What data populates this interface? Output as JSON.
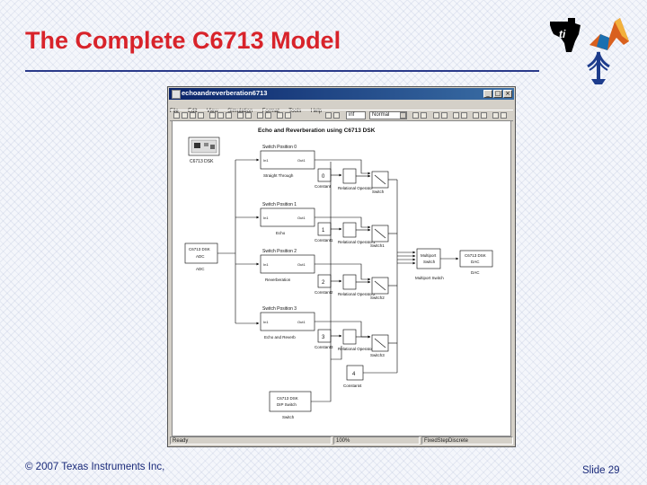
{
  "slide": {
    "title": "The Complete C6713 Model",
    "copyright": "© 2007 Texas Instruments Inc,",
    "slide_number": "Slide 29"
  },
  "window": {
    "title": "echoandreverberation6713",
    "controls": {
      "minimize": "_",
      "maximize": "□",
      "close": "×"
    },
    "menu": [
      "File",
      "Edit",
      "View",
      "Simulation",
      "Format",
      "Tools",
      "Help"
    ],
    "toolbar": {
      "stop_time": "inf",
      "mode": "Normal"
    },
    "status": {
      "left": "Ready",
      "middle": "100%",
      "right": "FixedStepDiscrete"
    }
  },
  "model": {
    "title": "Echo and Reverberation using C6713 DSK",
    "blocks": {
      "dsk": "C6713 DSK",
      "adc_1": "C6713 DSK",
      "adc_2": "ADC",
      "adc_3": "ADC",
      "dac_1": "C6713 DSK",
      "dac_2": "DAC",
      "dac_3": "DAC",
      "led_1": "C6713 DSK",
      "led_2": "DIP Switch",
      "led_3": "Switch",
      "sp0": "Switch Position 0",
      "sp1": "Switch Position 1",
      "sp2": "Switch Position 2",
      "sp3": "Switch Position 3",
      "gain": "Straight Through",
      "echo": "Echo",
      "reverb": "Reverberation",
      "echo_reverb": "Echo and Reverb",
      "const0": "Constant",
      "const1": "Constant1",
      "const2": "Constant2",
      "const3": "Constant3",
      "op0": "Relational Operator",
      "op1": "Relational Operator1",
      "op2": "Relational Operator2",
      "op3": "Relational Operator3",
      "switch0": "Switch",
      "switch1": "Switch1",
      "switch2": "Switch2",
      "switch3": "Switch3",
      "mport_1": "Multiport",
      "mport_2": "Switch",
      "mport_3": "Multiport Switch",
      "const4": "Constant4",
      "in": "In1",
      "out": "Out1",
      "val0": "0",
      "val1": "1",
      "val2": "2",
      "val3": "3",
      "val4": "4"
    }
  }
}
